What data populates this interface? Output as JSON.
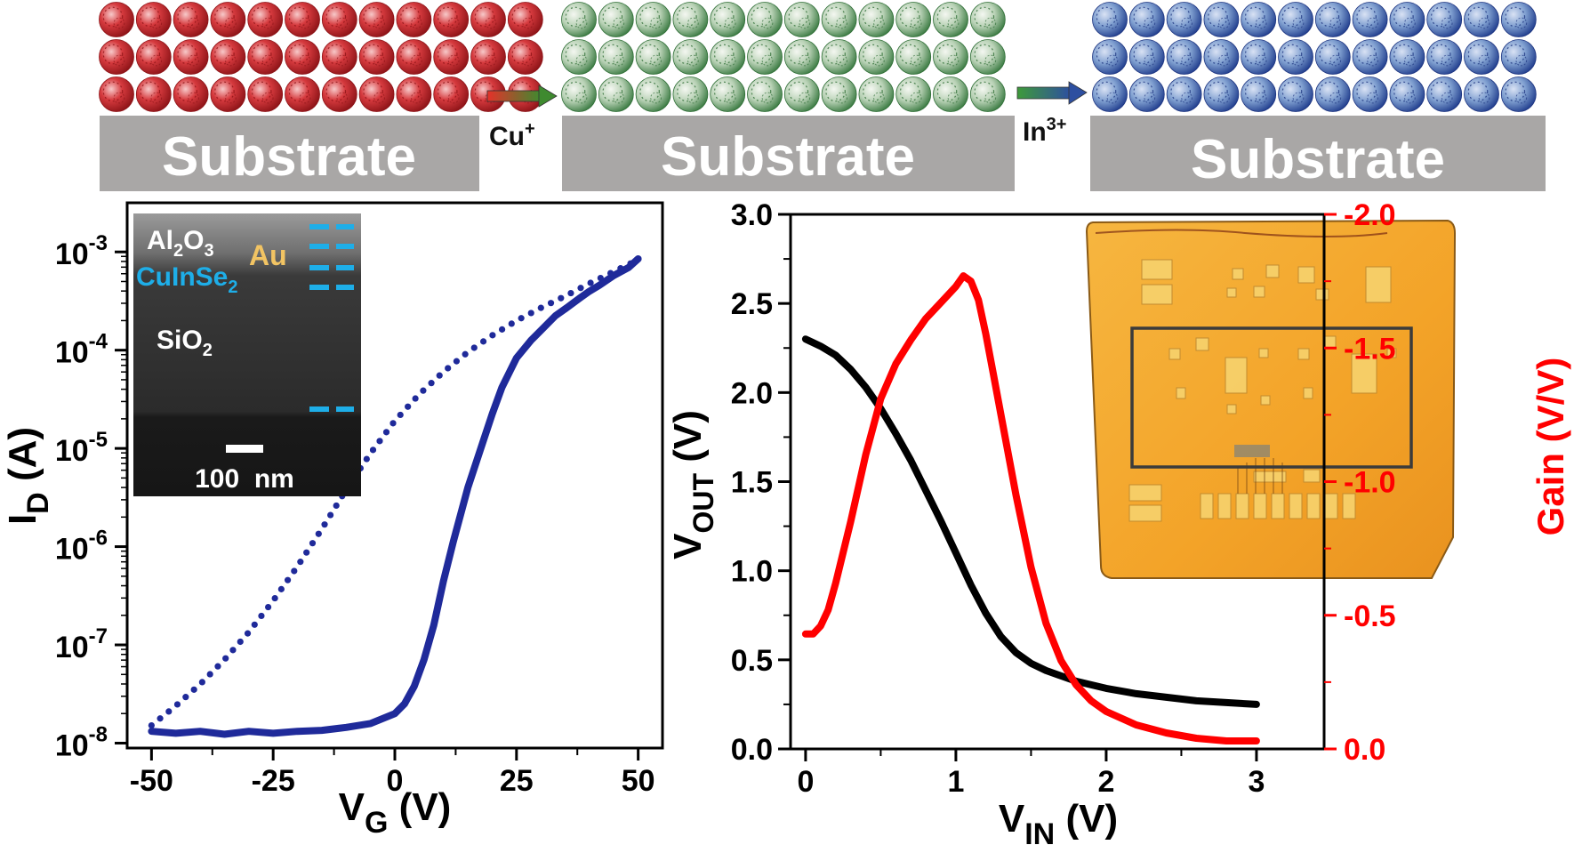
{
  "schematic": {
    "substrate_label": "Substrate",
    "step1_ion": "Cu",
    "step1_ion_charge": "+",
    "step2_ion": "In",
    "step2_ion_charge": "3+",
    "colors": {
      "nc_stage1": "#c0262c",
      "nc_stage2": "#3e8a45",
      "nc_stage3": "#2d4fa0",
      "substrate": "#a9a7a6"
    }
  },
  "inset_sem": {
    "layers": [
      {
        "label": "Al",
        "sub": "2",
        "label2": "O",
        "sub2": "3",
        "color": "#ffffff"
      },
      {
        "label": "Au",
        "color": "#f2c463"
      },
      {
        "label": "CuInSe",
        "sub": "2",
        "color": "#1eaee8"
      },
      {
        "label": "SiO",
        "sub": "2",
        "color": "#ffffff"
      }
    ],
    "scale_bar": "100  nm",
    "marker_color": "#1eaee8"
  },
  "inset_photo": {
    "description_color": "#f2a32a"
  },
  "chart_data": [
    {
      "type": "line",
      "title": "",
      "xlabel": "V",
      "xlabel_sub": "G",
      "xlabel_unit": " (V)",
      "ylabel": "I",
      "ylabel_sub": "D",
      "ylabel_unit": " (A)",
      "xlim": [
        -55,
        55
      ],
      "ylim_log10": [
        -8.05,
        -2.5
      ],
      "y_scale": "log",
      "grid": false,
      "x_ticks": [
        -50,
        -25,
        0,
        25,
        50
      ],
      "x_tick_labels": [
        "-50",
        "-25",
        "0",
        "25",
        "50"
      ],
      "y_ticks_log10": [
        -8,
        -7,
        -6,
        -5,
        -4,
        -3
      ],
      "y_tick_base": "10",
      "y_tick_exponents": [
        "-8",
        "-7",
        "-6",
        "-5",
        "-4",
        "-3"
      ],
      "series": [
        {
          "style": "solid",
          "color": "#1f2a9a",
          "x": [
            -50,
            -45,
            -40,
            -35,
            -30,
            -25,
            -20,
            -15,
            -10,
            -5,
            0,
            2,
            4,
            6,
            8,
            10,
            12,
            15,
            18,
            20,
            22,
            25,
            28,
            30,
            33,
            35,
            38,
            40,
            42,
            45,
            48,
            50
          ],
          "y_log10": [
            -7.88,
            -7.9,
            -7.88,
            -7.91,
            -7.88,
            -7.9,
            -7.88,
            -7.87,
            -7.84,
            -7.8,
            -7.7,
            -7.6,
            -7.42,
            -7.15,
            -6.8,
            -6.35,
            -5.95,
            -5.4,
            -4.95,
            -4.65,
            -4.38,
            -4.08,
            -3.9,
            -3.8,
            -3.65,
            -3.58,
            -3.47,
            -3.4,
            -3.34,
            -3.24,
            -3.16,
            -3.07
          ]
        },
        {
          "style": "dotted",
          "color": "#1f2a9a",
          "x": [
            -50,
            -45,
            -40,
            -35,
            -30,
            -25,
            -20,
            -15,
            -10,
            -5,
            0,
            5,
            10,
            15,
            20,
            25,
            30,
            35,
            40,
            45,
            50
          ],
          "y_log10": [
            -7.82,
            -7.62,
            -7.4,
            -7.15,
            -6.87,
            -6.55,
            -6.2,
            -5.82,
            -5.42,
            -5.05,
            -4.72,
            -4.45,
            -4.22,
            -4.02,
            -3.85,
            -3.7,
            -3.57,
            -3.45,
            -3.32,
            -3.2,
            -3.08
          ]
        }
      ]
    },
    {
      "type": "line",
      "title": "",
      "xlabel": "V",
      "xlabel_sub": "IN",
      "xlabel_unit": " (V)",
      "ylabel": "V",
      "ylabel_sub": "OUT",
      "ylabel_unit": " (V)",
      "y2label": "Gain (V/V)",
      "xlim": [
        -0.1,
        3.45
      ],
      "ylim": [
        0,
        3.0
      ],
      "y2lim": [
        0,
        -2.0
      ],
      "grid": false,
      "x_ticks": [
        0,
        1,
        2,
        3
      ],
      "x_tick_labels": [
        "0",
        "1",
        "2",
        "3"
      ],
      "y_ticks": [
        0,
        0.5,
        1.0,
        1.5,
        2.0,
        2.5,
        3.0
      ],
      "y_tick_labels": [
        "0.0",
        "0.5",
        "1.0",
        "1.5",
        "2.0",
        "2.5",
        "3.0"
      ],
      "y2_ticks": [
        0,
        -0.5,
        -1.0,
        -1.5,
        -2.0
      ],
      "y2_tick_labels": [
        "0.0",
        "-0.5",
        "-1.0",
        "-1.5",
        "-2.0"
      ],
      "series": [
        {
          "axis": "left",
          "color": "#000000",
          "x": [
            0,
            0.1,
            0.2,
            0.3,
            0.4,
            0.5,
            0.6,
            0.7,
            0.8,
            0.9,
            1.0,
            1.1,
            1.2,
            1.3,
            1.4,
            1.5,
            1.6,
            1.7,
            1.8,
            2.0,
            2.2,
            2.4,
            2.6,
            2.8,
            3.0
          ],
          "y": [
            2.3,
            2.26,
            2.21,
            2.13,
            2.03,
            1.91,
            1.77,
            1.62,
            1.45,
            1.28,
            1.1,
            0.92,
            0.76,
            0.63,
            0.54,
            0.48,
            0.44,
            0.41,
            0.38,
            0.34,
            0.31,
            0.29,
            0.27,
            0.26,
            0.25
          ]
        },
        {
          "axis": "right",
          "color": "#ff0000",
          "x": [
            0,
            0.05,
            0.1,
            0.15,
            0.2,
            0.3,
            0.4,
            0.5,
            0.6,
            0.7,
            0.8,
            0.9,
            1.0,
            1.05,
            1.1,
            1.15,
            1.2,
            1.25,
            1.3,
            1.4,
            1.5,
            1.6,
            1.7,
            1.8,
            1.9,
            2.0,
            2.2,
            2.4,
            2.6,
            2.8,
            3.0
          ],
          "y": [
            -0.43,
            -0.43,
            -0.46,
            -0.52,
            -0.62,
            -0.85,
            -1.1,
            -1.31,
            -1.44,
            -1.53,
            -1.61,
            -1.67,
            -1.73,
            -1.77,
            -1.75,
            -1.68,
            -1.55,
            -1.4,
            -1.25,
            -0.95,
            -0.68,
            -0.47,
            -0.33,
            -0.24,
            -0.18,
            -0.14,
            -0.09,
            -0.06,
            -0.04,
            -0.03,
            -0.03
          ]
        }
      ]
    }
  ]
}
